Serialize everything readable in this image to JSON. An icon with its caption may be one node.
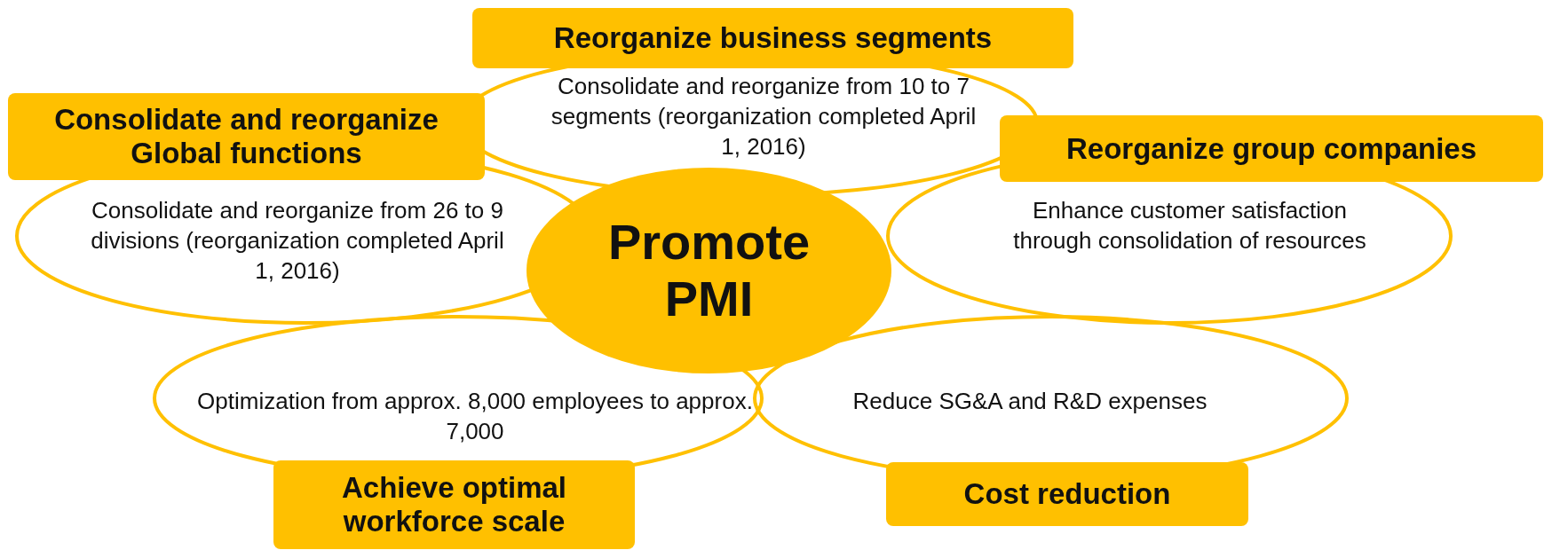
{
  "diagram": {
    "nodes": [
      {
        "text": [
          "Promote PMI"
        ]
      },
      {
        "text": [
          "Reorganize business segments",
          "Consolidate and reorganize from 10 to 7 segments (reorganization completed April 1, 2016)"
        ]
      },
      {
        "text": [
          "Consolidate and reorganize Global functions",
          "Consolidate and reorganize from 26 to 9 divisions (reorganization completed April 1, 2016)"
        ]
      },
      {
        "text": [
          "Reorganize group companies",
          "Enhance customer satisfaction through consolidation of resources"
        ]
      },
      {
        "text": [
          "Optimization from approx. 8,000 employees to approx. 7,000",
          "Achieve optimal workforce scale"
        ]
      },
      {
        "text": [
          "Reduce SG&A and R&D expenses",
          "Cost reduction"
        ]
      }
    ]
  }
}
